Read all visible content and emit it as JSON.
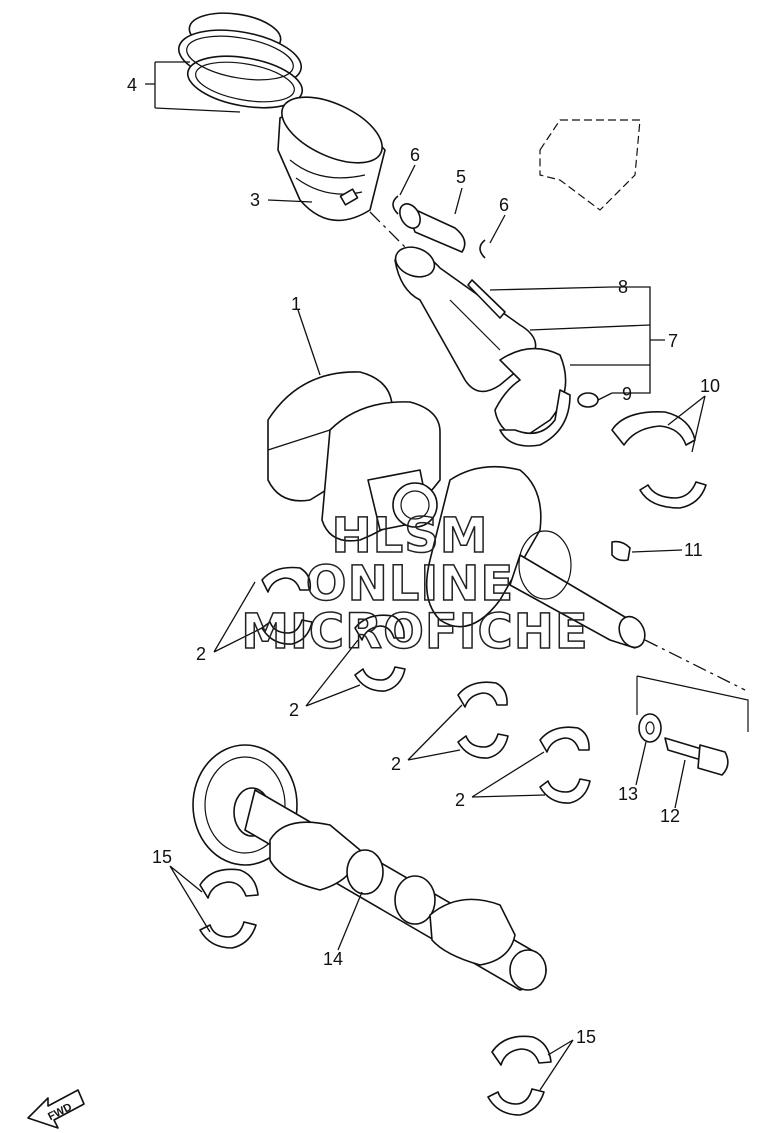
{
  "labels": {
    "l1": "1",
    "l2a": "2",
    "l2b": "2",
    "l2c": "2",
    "l2d": "2",
    "l3": "3",
    "l4": "4",
    "l5": "5",
    "l6a": "6",
    "l6b": "6",
    "l7": "7",
    "l8": "8",
    "l9": "9",
    "l10": "10",
    "l11": "11",
    "l12": "12",
    "l13": "13",
    "l14": "14",
    "l15a": "15",
    "l15b": "15"
  },
  "watermark": {
    "line1": "HLSM",
    "line2": "ONLINE",
    "line3": "MICROFICHE"
  },
  "fwd_arrow": {
    "text": "FWD"
  }
}
